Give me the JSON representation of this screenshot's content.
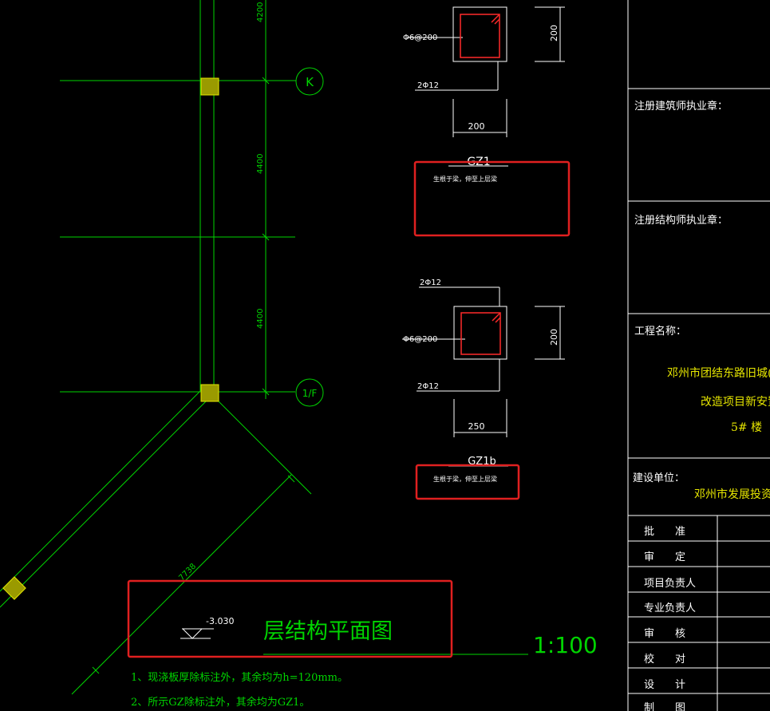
{
  "colors": {
    "background": "#000000",
    "green": "#00d400",
    "white": "#ffffff",
    "red": "#ff2a2a",
    "yellow": "#e6e600",
    "column_fill": "#9a9a00",
    "highlight": "#e02020"
  },
  "plan": {
    "dim_top": "4200",
    "dim_mid": "4400",
    "dim_low": "4400",
    "dim_diag": "7738",
    "axis_k": "K",
    "axis_1f": "1/F",
    "level": "-3.030",
    "title": "层结构平面图",
    "scale": "1:100",
    "note1": "1、现浇板厚除标注外，其余均为h=120mm。",
    "note2": "2、所示GZ除标注外，其余均为GZ1。"
  },
  "section_gz1": {
    "stirrup": "Φ6@200",
    "rebar": "2Φ12",
    "width": "200",
    "height": "200",
    "name": "GZ1",
    "note": "生根于梁，伸至上层梁"
  },
  "section_gz1b": {
    "rebar_top": "2Φ12",
    "stirrup": "Φ6@200",
    "rebar_bottom": "2Φ12",
    "width": "250",
    "height": "200",
    "name": "GZ1b",
    "note": "生根于梁，伸至上层梁"
  },
  "title_block": {
    "architect_seal": "注册建筑师执业章：",
    "structural_seal": "注册结构师执业章：",
    "project_label": "工程名称：",
    "project_line1": "邓州市团结东路旧城(棚",
    "project_line2": "改造项目新安置",
    "project_line3": "5#  楼",
    "client_label": "建设单位：",
    "client_value": "邓州市发展投资有",
    "roles": [
      "批　　准",
      "审　　定",
      "项目负责人",
      "专业负责人",
      "审　　核",
      "校　　对",
      "设　　计",
      "制　　图"
    ]
  }
}
